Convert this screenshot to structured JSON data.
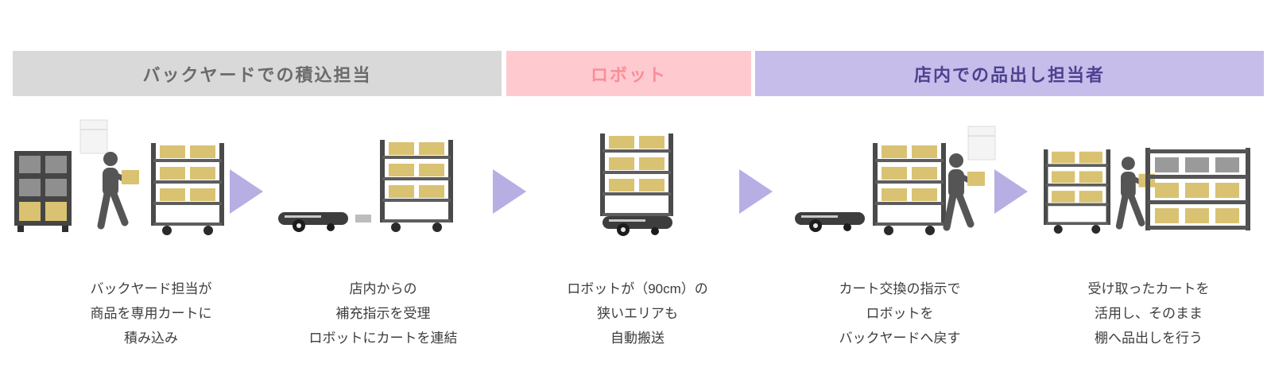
{
  "header": {
    "sections": [
      {
        "id": "backyard",
        "label": "バックヤードでの積込担当",
        "bg": "#d9d9d9",
        "text_color": "#6b6b6b"
      },
      {
        "id": "robot",
        "label": "ロボット",
        "bg": "#ffc9d0",
        "text_color": "#f98e97"
      },
      {
        "id": "instore",
        "label": "店内での品出し担当者",
        "bg": "#c6bdea",
        "text_color": "#4e4190"
      }
    ]
  },
  "steps": [
    {
      "lines": [
        "バックヤード担当が",
        "商品を専用カートに",
        "積み込み"
      ]
    },
    {
      "lines": [
        "店内からの",
        "補充指示を受理",
        "ロボットにカートを連結"
      ]
    },
    {
      "lines": [
        "ロボットが（90cm）の",
        "狭いエリアも",
        "自動搬送"
      ]
    },
    {
      "lines": [
        "カート交換の指示で",
        "ロボットを",
        "バックヤードへ戻す"
      ]
    },
    {
      "lines": [
        "受け取ったカートを",
        "活用し、そのまま",
        "棚へ品出しを行う"
      ]
    }
  ],
  "palette": {
    "header_gray_bg": "#d9d9d9",
    "header_gray_text": "#6b6b6b",
    "robot_pink_bg": "#ffc9d0",
    "robot_pink_text": "#f98e97",
    "purple_bg": "#c6bdea",
    "purple_text": "#4e4190",
    "arrow": "#b7aee4",
    "caption_text": "#3d3d3d",
    "box_tan": "#d9c272",
    "equip_dark": "#4a4a4a",
    "person_gray": "#555555",
    "white_box": "#f4f4f4"
  }
}
